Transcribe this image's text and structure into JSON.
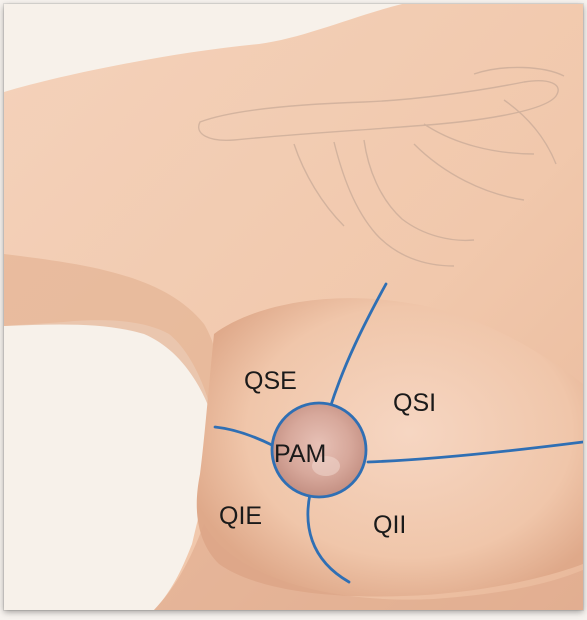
{
  "diagram": {
    "labels": {
      "upper_outer": "QSE",
      "upper_inner": "QSI",
      "center": "PAM",
      "lower_outer": "QIE",
      "lower_inner": "QII"
    },
    "colors": {
      "skin": "#f2cbb0",
      "skin_shadow": "#dba88a",
      "background": "#f7f1ea",
      "divider_line": "#2f6fb4",
      "areola": "#d7a89b"
    }
  }
}
